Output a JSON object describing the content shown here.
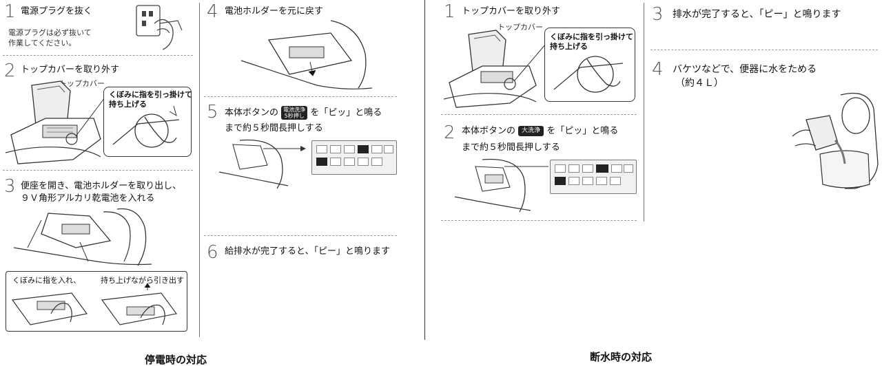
{
  "power_outage": {
    "caption": "停電時の対応",
    "step1": {
      "num": "1",
      "title": "電源プラグを抜く",
      "note_line1": "電源プラグは必ず抜いて",
      "note_line2": "作業してください。"
    },
    "step2": {
      "num": "2",
      "title": "トップカバーを取り外す",
      "part_label": "トップカバー",
      "callout_line1": "くぼみに指を引っ掛けて",
      "callout_line2": "持ち上げる"
    },
    "step3": {
      "num": "3",
      "title_line1": "便座を開き、電池ホルダーを取り出し、",
      "title_line2": "９Ｖ角形アルカリ乾電池を入れる",
      "sub_left": "くぼみに指を入れ、",
      "sub_right": "持ち上げながら引き出す"
    },
    "step4": {
      "num": "4",
      "title": "電池ホルダーを元に戻す"
    },
    "step5": {
      "num": "5",
      "title_pre": "本体ボタンの",
      "button_line1": "電池洗浄",
      "button_line2": "5秒押し",
      "title_post": "を「ピッ」と鳴る",
      "title_line2": "まで約５秒間長押しする"
    },
    "step6": {
      "num": "6",
      "title": "給排水が完了すると、「ピー」と鳴ります"
    }
  },
  "water_outage": {
    "caption": "断水時の対応",
    "step1": {
      "num": "1",
      "title": "トップカバーを取り外す",
      "part_label": "トップカバー",
      "callout_line1": "くぼみに指を引っ掛けて",
      "callout_line2": "持ち上げる"
    },
    "step2": {
      "num": "2",
      "title_pre": "本体ボタンの",
      "button_label": "大洗浄",
      "title_post": "を「ピッ」と鳴る",
      "title_line2": "まで約５秒間長押しする"
    },
    "step3": {
      "num": "3",
      "title": "排水が完了すると、「ピー」と鳴ります"
    },
    "step4": {
      "num": "4",
      "title_line1": "バケツなどで、便器に水をためる",
      "title_line2": "（約４Ｌ）"
    }
  }
}
